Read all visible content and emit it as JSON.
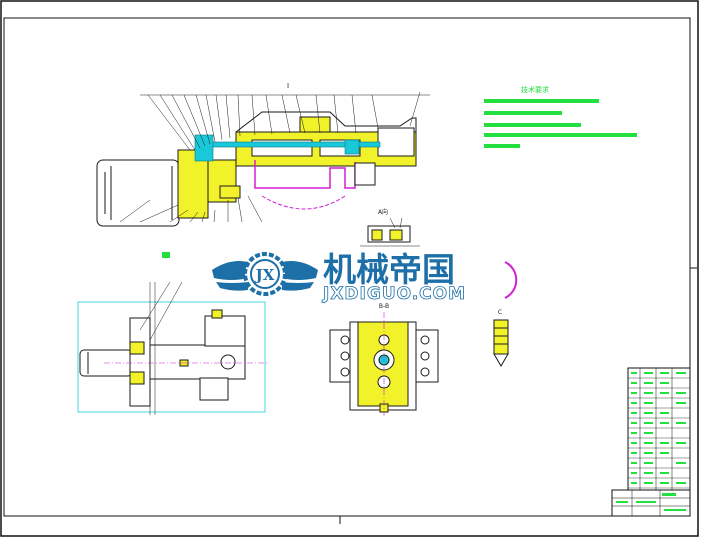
{
  "drawing": {
    "section_mark": "I",
    "tech_notes_heading": "技术要求",
    "detail_label_a": "A向",
    "detail_label_b": "B-B",
    "detail_label_c": "C"
  },
  "watermark": {
    "logo_letters": "JX",
    "chinese_text": "机械帝国",
    "english_text": "JXDIGUO.COM"
  },
  "colors": {
    "outline": "#1a1a1a",
    "part_yellow": "#f2f22a",
    "part_cyan": "#19c9d9",
    "part_magenta": "#d21fd2",
    "notes_green": "#22e040",
    "watermark_blue": "#1d6fa8"
  }
}
